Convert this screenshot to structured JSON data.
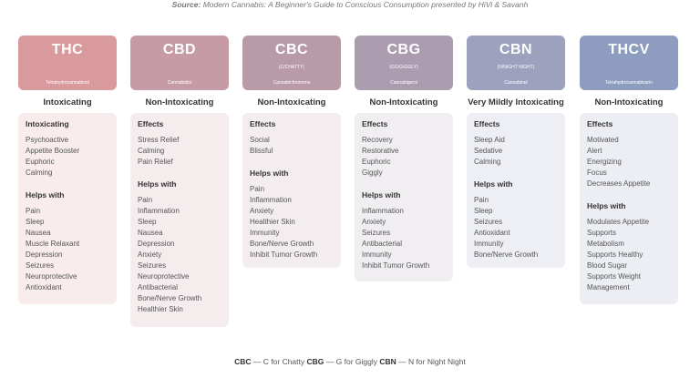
{
  "source": {
    "prefix": "Source:",
    "text": "Modern Cannabis: A Beginner's Guide to Conscious Consumption presented by HiVi & Savanh"
  },
  "columns": [
    {
      "abbr": "THC",
      "nickname": "",
      "full_name": "Tetrahydrocannabinol",
      "color": "#d99a9e",
      "card_color": "#f8ecec",
      "effect_label": "Intoxicating",
      "section1_title": "Intoxicating",
      "section1_items": [
        "Psychoactive",
        "Appetite Booster",
        "Euphoric",
        "Calming"
      ],
      "section2_title": "Helps with",
      "section2_items": [
        "Pain",
        "Sleep",
        "Nausea",
        "Muscle Relaxant",
        "Depression",
        "Seizures",
        "Neuroprotective",
        "Antioxidant"
      ]
    },
    {
      "abbr": "CBD",
      "nickname": "",
      "full_name": "Cannabidiol",
      "color": "#c79ba5",
      "card_color": "#f5ecee",
      "effect_label": "Non-Intoxicating",
      "section1_title": "Effects",
      "section1_items": [
        "Stress Relief",
        "Calming",
        "Pain Relief"
      ],
      "section2_title": "Helps with",
      "section2_items": [
        "Pain",
        "Inflammation",
        "Sleep",
        "Nausea",
        "Depression",
        "Anxiety",
        "Seizures",
        "Neuroprotective",
        "Antibacterial",
        "Bone/Nerve Growth",
        "Healthier Skin"
      ]
    },
    {
      "abbr": "CBC",
      "nickname": "(C/CHATTY)",
      "full_name": "Cannabichromene",
      "color": "#b99aa9",
      "card_color": "#f3edf0",
      "effect_label": "Non-Intoxicating",
      "section1_title": "Effects",
      "section1_items": [
        "Social",
        "Blissful"
      ],
      "section2_title": "Helps with",
      "section2_items": [
        "Pain",
        "Inflammation",
        "Anxiety",
        "Healthier Skin",
        "Immunity",
        "Bone/Nerve Growth",
        "Inhibit Tumor Growth"
      ]
    },
    {
      "abbr": "CBG",
      "nickname": "(GG/GIGGLY)",
      "full_name": "Cannabigerol",
      "color": "#ab9cb0",
      "card_color": "#f1eef2",
      "effect_label": "Non-Intoxicating",
      "section1_title": "Effects",
      "section1_items": [
        "Recovery",
        "Restorative",
        "Euphoric",
        "Giggly"
      ],
      "section2_title": "Helps with",
      "section2_items": [
        "Inflammation",
        "Anxiety",
        "Seizures",
        "Antibacterial",
        "Immunity",
        "Inhibit Tumor Growth"
      ]
    },
    {
      "abbr": "CBN",
      "nickname": "(N/NIGHT NIGHT)",
      "full_name": "Cannabinol",
      "color": "#9ea1be",
      "card_color": "#eeeff4",
      "effect_label": "Very Mildly Intoxicating",
      "section1_title": "Effects",
      "section1_items": [
        "Sleep Aid",
        "Sedative",
        "Calming"
      ],
      "section2_title": "Helps with",
      "section2_items": [
        "Pain",
        "Sleep",
        "Seizures",
        "Antioxidant",
        "Immunity",
        "Bone/Nerve Growth"
      ]
    },
    {
      "abbr": "THCV",
      "nickname": "",
      "full_name": "Tetrahydrocannabivarin",
      "color": "#8e9dbf",
      "card_color": "#eceef4",
      "effect_label": "Non-Intoxicating",
      "section1_title": "Effects",
      "section1_items": [
        "Motivated",
        "Alert",
        "Energizing",
        "Focus",
        "Decreases Appetite"
      ],
      "section2_title": "Helps with",
      "section2_items": [
        "Modulates Appetite",
        "Supports",
        "Metabolism",
        "Supports Healthy",
        "Blood Sugar",
        "Supports Weight",
        "Management"
      ]
    }
  ],
  "footer": {
    "part1_key": "CBC",
    "part1_text": "— C for Chatty",
    "part2_key": "CBG",
    "part2_text": "— G for Giggly",
    "part3_key": "CBN",
    "part3_text": "— N for Night Night"
  }
}
